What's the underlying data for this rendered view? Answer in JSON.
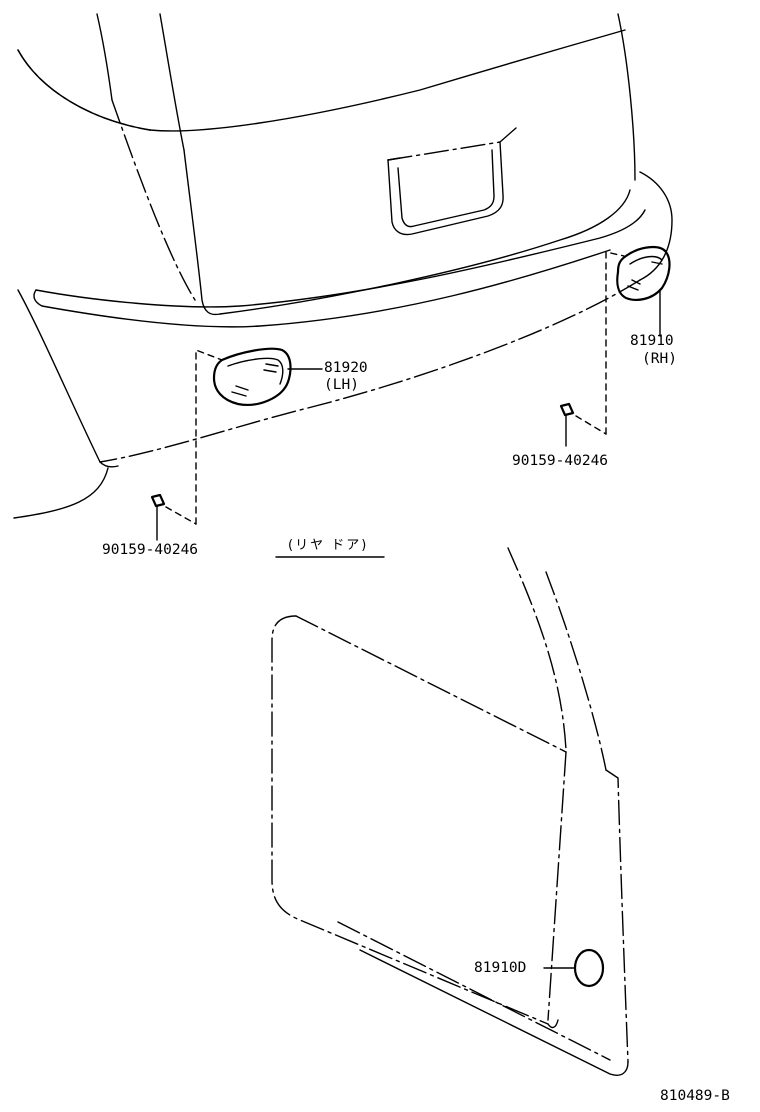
{
  "labels": {
    "part_81920": "81920",
    "part_81920_side": "(LH)",
    "part_81910": "81910",
    "part_81910_side": "(RH)",
    "screw_left": "90159-40246",
    "screw_right": "90159-40246",
    "rear_door_caption": "(リヤ ドア)",
    "part_81910D": "81910D",
    "diagram_number": "810489-B"
  }
}
